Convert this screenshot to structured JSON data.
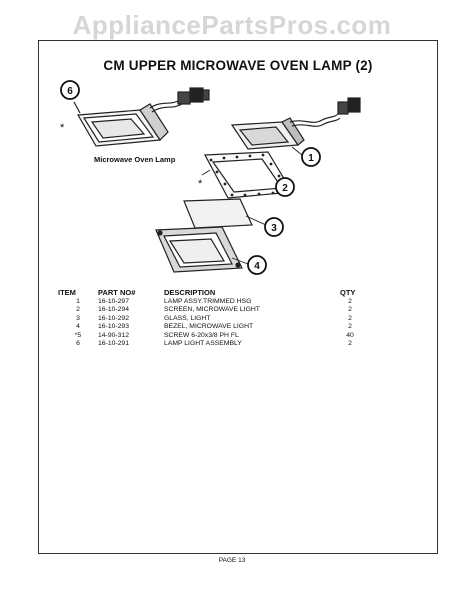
{
  "watermark": "AppliancePartsPros.com",
  "title": "CM UPPER MICROWAVE OVEN LAMP (2)",
  "caption": "Microwave Oven Lamp",
  "asterisk": "*",
  "callouts": [
    "6",
    "1",
    "2",
    "3",
    "4"
  ],
  "table": {
    "headers": {
      "item": "ITEM",
      "part": "PART NO#",
      "desc": "DESCRIPTION",
      "qty": "QTY"
    },
    "rows": [
      {
        "item": "1",
        "part": "16-10-297",
        "desc": "LAMP ASSY.TRIMMED HSG",
        "qty": "2"
      },
      {
        "item": "2",
        "part": "16-10-294",
        "desc": "SCREEN, MICROWAVE LIGHT",
        "qty": "2"
      },
      {
        "item": "3",
        "part": "16-10-292",
        "desc": "GLASS, LIGHT",
        "qty": "2"
      },
      {
        "item": "4",
        "part": "16-10-293",
        "desc": "BEZEL, MICROWAVE LIGHT",
        "qty": "2"
      },
      {
        "item": "*5",
        "part": "14-90-312",
        "desc": "SCREW 6-20x3/8 PH FL",
        "qty": "40"
      },
      {
        "item": "6",
        "part": "16-10-291",
        "desc": "LAMP LIGHT ASSEMBLY",
        "qty": "2"
      }
    ]
  },
  "page_label": "PAGE 13"
}
